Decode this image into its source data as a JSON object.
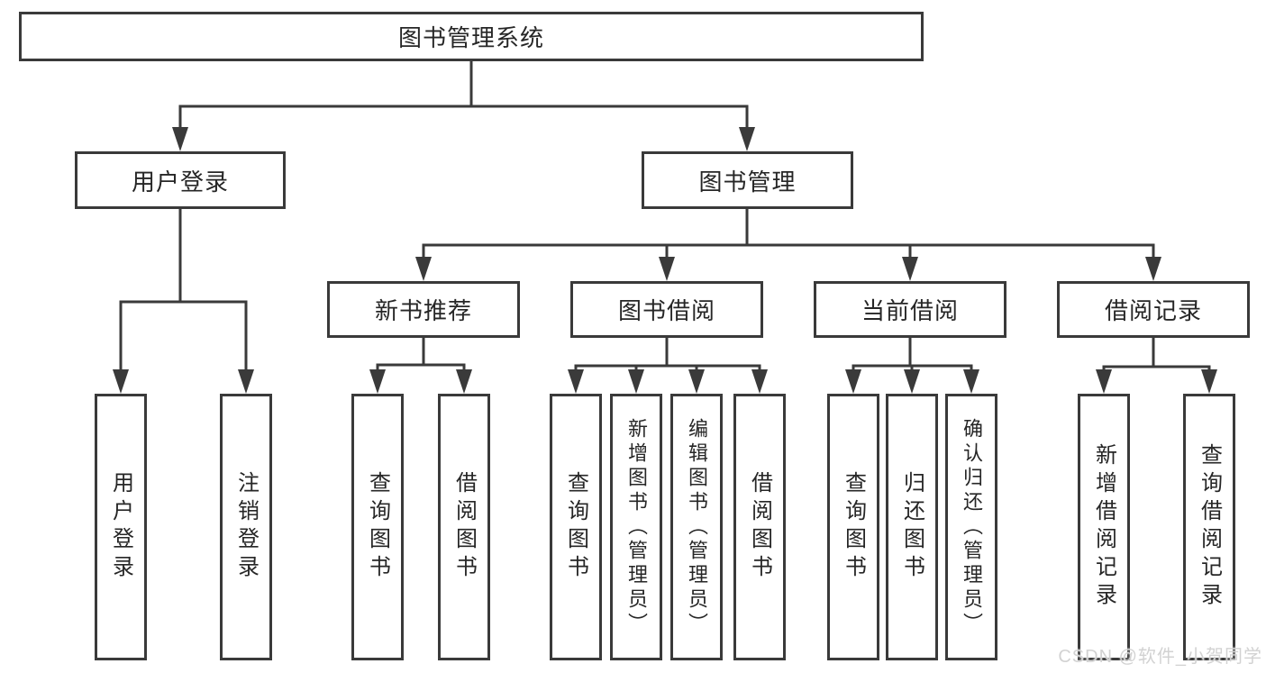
{
  "diagram": {
    "type": "hierarchy-tree",
    "nodes": {
      "root": {
        "label": "图书管理系统",
        "children": [
          "用户登录",
          "图书管理"
        ]
      },
      "l2": [
        {
          "label": "用户登录",
          "children": [
            "用户登录",
            "注销登录"
          ]
        },
        {
          "label": "图书管理",
          "children": [
            "新书推荐",
            "图书借阅",
            "当前借阅",
            "借阅记录"
          ]
        }
      ],
      "l3": [
        {
          "label": "新书推荐",
          "children": [
            "查询图书",
            "借阅图书"
          ]
        },
        {
          "label": "图书借阅",
          "children": [
            "查询图书",
            "新增图书（管理员）",
            "编辑图书（管理员）",
            "借阅图书"
          ]
        },
        {
          "label": "当前借阅",
          "children": [
            "查询图书",
            "归还图书",
            "确认归还（管理员）"
          ]
        },
        {
          "label": "借阅记录",
          "children": [
            "新增借阅记录",
            "查询借阅记录"
          ]
        }
      ],
      "leaves": [
        {
          "label": "用户登录"
        },
        {
          "label": "注销登录"
        },
        {
          "label": "查询图书"
        },
        {
          "label": "借阅图书"
        },
        {
          "label": "查询图书"
        },
        {
          "label": "新增图书（管理员）"
        },
        {
          "label": "编辑图书（管理员）"
        },
        {
          "label": "借阅图书"
        },
        {
          "label": "查询图书"
        },
        {
          "label": "归还图书"
        },
        {
          "label": "确认归还（管理员）"
        },
        {
          "label": "新增借阅记录"
        },
        {
          "label": "查询借阅记录"
        }
      ]
    },
    "watermark": {
      "text": "CSDN @软件_小贺同学",
      "color": "#d2d2d2"
    },
    "colors": {
      "background": "#ffffff",
      "line": "#3a3a3a",
      "box_border": "#3a3a3a",
      "text": "#262626"
    }
  }
}
